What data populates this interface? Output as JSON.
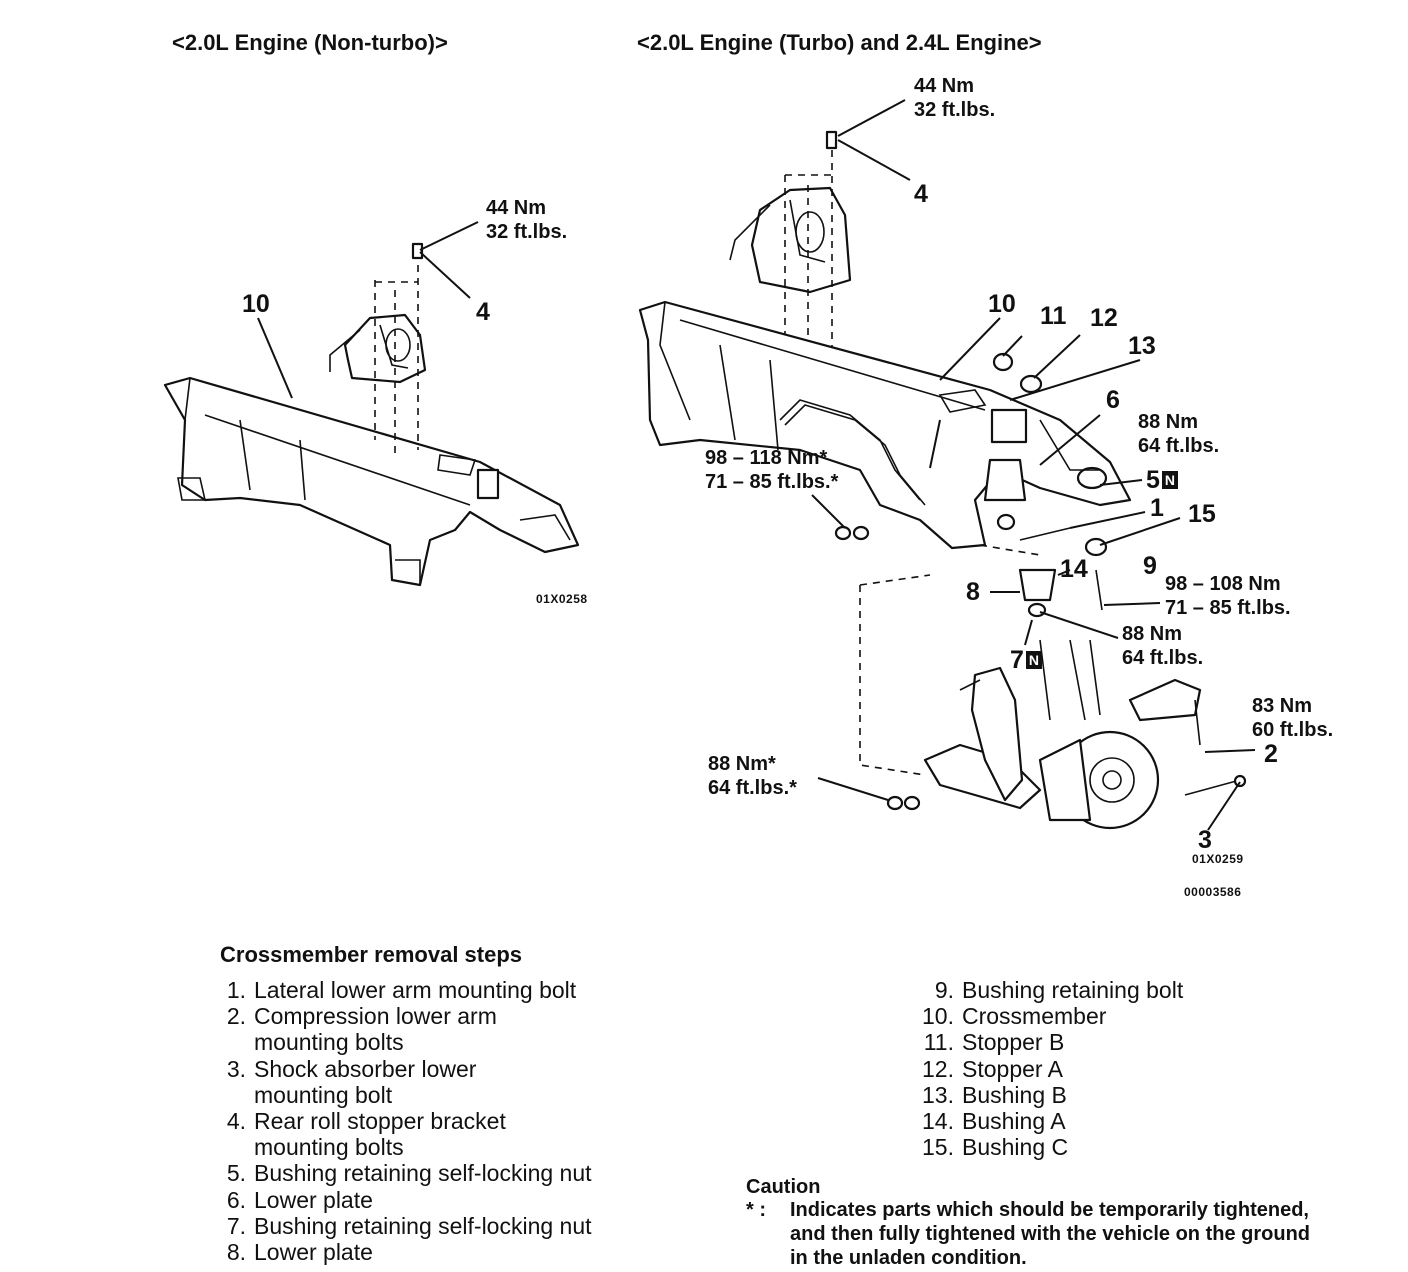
{
  "headings": {
    "left": "<2.0L Engine (Non-turbo)>",
    "right": "<2.0L Engine (Turbo) and 2.4L Engine>"
  },
  "left_diagram": {
    "torque_line1": "44 Nm",
    "torque_line2": "32 ft.lbs.",
    "callout_4": "4",
    "callout_10": "10",
    "figure_code": "01X0258"
  },
  "right_diagram": {
    "top_torque_line1": "44 Nm",
    "top_torque_line2": "32 ft.lbs.",
    "callouts": {
      "c4": "4",
      "c10": "10",
      "c11": "11",
      "c12": "12",
      "c13": "13",
      "c6": "6",
      "c5": "5",
      "c1": "1",
      "c15": "15",
      "c14": "14",
      "c9": "9",
      "c8": "8",
      "c7": "7",
      "c2": "2",
      "c3": "3"
    },
    "new_part_mark": "N",
    "torque_88_a_l1": "88 Nm",
    "torque_88_a_l2": "64 ft.lbs.",
    "torque_98_118_l1": "98 – 118 Nm*",
    "torque_98_118_l2": "71 – 85 ft.lbs.*",
    "torque_98_108_l1": "98 – 108 Nm",
    "torque_98_108_l2": "71 – 85 ft.lbs.",
    "torque_88_b_l1": "88 Nm",
    "torque_88_b_l2": "64 ft.lbs.",
    "torque_83_l1": "83 Nm",
    "torque_83_l2": "60 ft.lbs.",
    "torque_88_c_l1": "88 Nm*",
    "torque_88_c_l2": "64 ft.lbs.*",
    "figure_code": "01X0259",
    "doc_code": "00003586"
  },
  "steps": {
    "title": "Crossmember removal steps",
    "left_column": [
      {
        "n": "1.",
        "text": "Lateral lower arm mounting bolt"
      },
      {
        "n": "2.",
        "text": "Compression lower arm"
      },
      {
        "n": "",
        "text": "mounting bolts"
      },
      {
        "n": "3.",
        "text": "Shock absorber lower"
      },
      {
        "n": "",
        "text": "mounting bolt"
      },
      {
        "n": "4.",
        "text": "Rear roll stopper bracket"
      },
      {
        "n": "",
        "text": "mounting bolts"
      },
      {
        "n": "5.",
        "text": "Bushing retaining self-locking nut"
      },
      {
        "n": "6.",
        "text": "Lower plate"
      },
      {
        "n": "7.",
        "text": "Bushing retaining self-locking nut"
      },
      {
        "n": "8.",
        "text": "Lower plate"
      }
    ],
    "right_column": [
      {
        "n": "9.",
        "text": "Bushing retaining bolt"
      },
      {
        "n": "10.",
        "text": "Crossmember"
      },
      {
        "n": "11.",
        "text": "Stopper B"
      },
      {
        "n": "12.",
        "text": "Stopper A"
      },
      {
        "n": "13.",
        "text": "Bushing B"
      },
      {
        "n": "14.",
        "text": "Bushing A"
      },
      {
        "n": "15.",
        "text": "Bushing C"
      }
    ]
  },
  "caution": {
    "title": "Caution",
    "marker": "* :",
    "lines": [
      "Indicates parts which should be temporarily tightened,",
      "and then fully tightened with the vehicle on the ground",
      "in the unladen condition."
    ]
  }
}
